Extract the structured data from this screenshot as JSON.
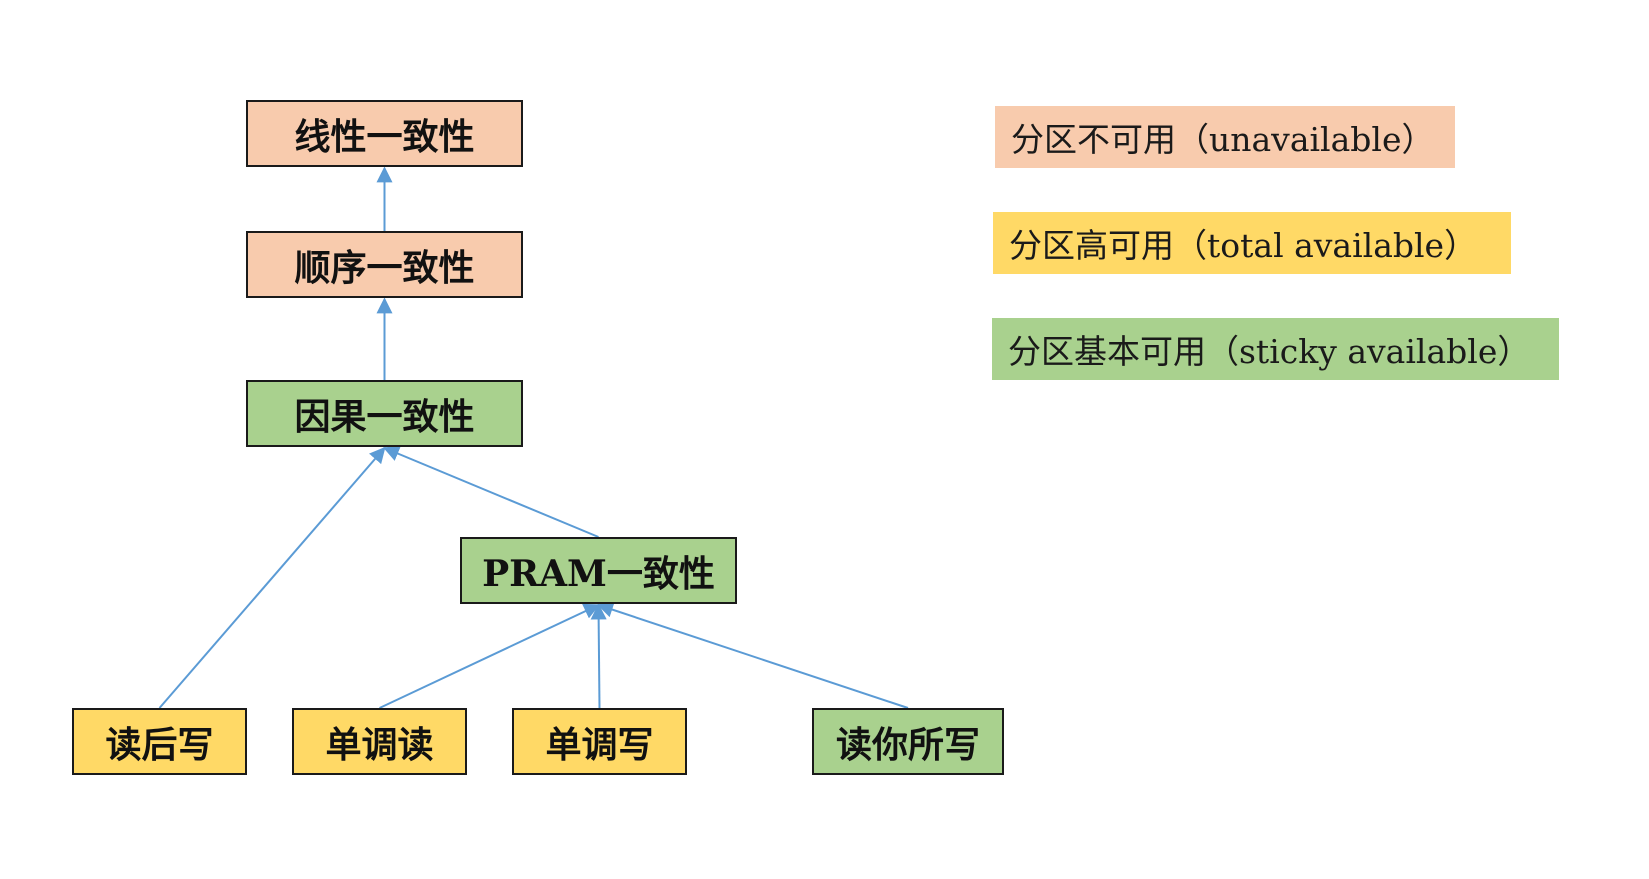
{
  "colors": {
    "unavailable": "#f8cbad",
    "total_available": "#ffd966",
    "sticky_available": "#a9d18e",
    "edge": "#5b9bd5"
  },
  "nodes": {
    "linear": {
      "label": "线性一致性",
      "class": "unavailable"
    },
    "sequential": {
      "label": "顺序一致性",
      "class": "unavailable"
    },
    "causal": {
      "label": "因果一致性",
      "class": "sticky_available"
    },
    "pram": {
      "label": "PRAM一致性",
      "class": "sticky_available"
    },
    "read_follow_write": {
      "label": "读后写",
      "class": "total_available"
    },
    "monotonic_read": {
      "label": "单调读",
      "class": "total_available"
    },
    "monotonic_write": {
      "label": "单调写",
      "class": "total_available"
    },
    "read_your_write": {
      "label": "读你所写",
      "class": "sticky_available"
    }
  },
  "edges": [
    {
      "from": "sequential",
      "to": "linear"
    },
    {
      "from": "causal",
      "to": "sequential"
    },
    {
      "from": "read_follow_write",
      "to": "causal"
    },
    {
      "from": "pram",
      "to": "causal"
    },
    {
      "from": "monotonic_read",
      "to": "pram"
    },
    {
      "from": "monotonic_write",
      "to": "pram"
    },
    {
      "from": "read_your_write",
      "to": "pram"
    }
  ],
  "legend": [
    {
      "label": "分区不可用（unavailable）",
      "class": "unavailable"
    },
    {
      "label": "分区高可用（total available）",
      "class": "total_available"
    },
    {
      "label": "分区基本可用（sticky available）",
      "class": "sticky_available"
    }
  ]
}
